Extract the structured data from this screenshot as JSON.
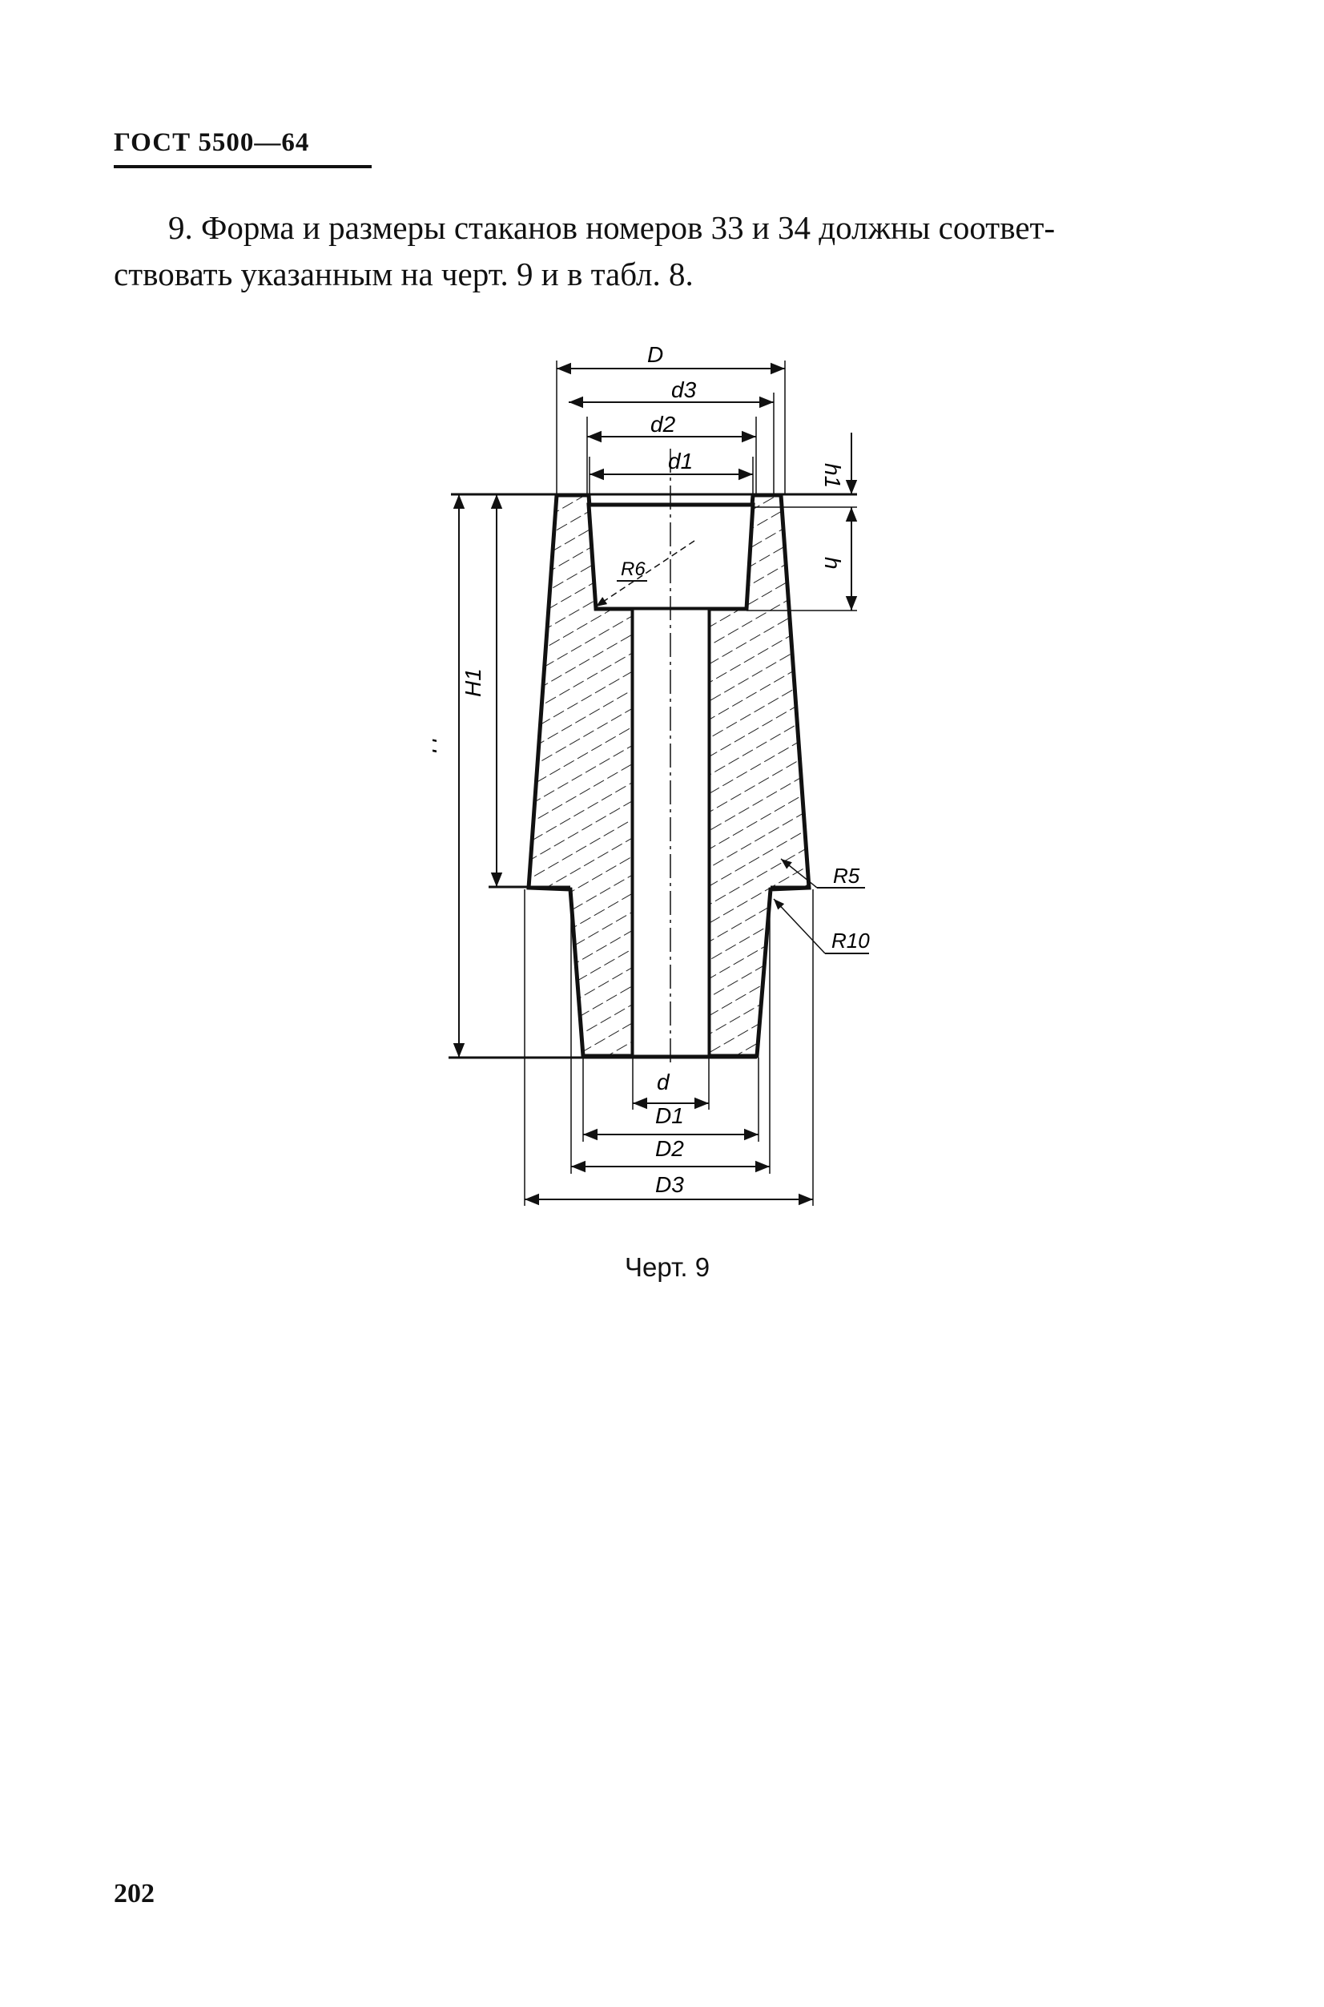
{
  "header": {
    "standard": "ГОСТ 5500—64"
  },
  "paragraph": {
    "line1": "9. Форма и размеры стаканов номеров 33 и 34 должны соответ-",
    "line2": "ствовать указанным на черт. 9 и в табл. 8."
  },
  "drawing": {
    "labels": {
      "D": "D",
      "d3": "d3",
      "d2": "d2",
      "d1": "d1",
      "h1": "h1",
      "h": "h",
      "H": "H",
      "H1": "H1",
      "R6": "R6",
      "R5": "R5",
      "R10": "R10",
      "d": "d",
      "D1": "D1",
      "D2": "D2",
      "D3": "D3"
    }
  },
  "caption": "Черт. 9",
  "page_number": "202"
}
